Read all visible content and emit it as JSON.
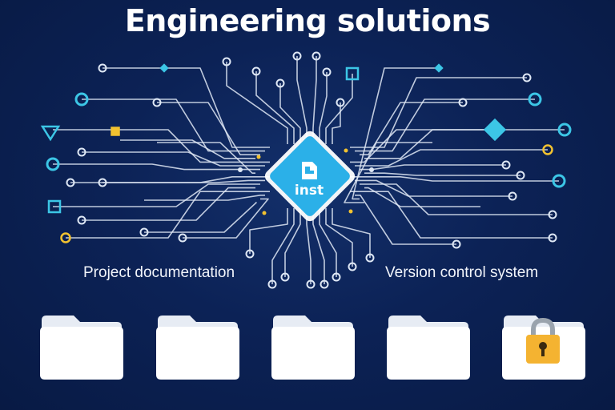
{
  "title": "Engineering solutions",
  "chip": {
    "label": "inst",
    "icon": "document-icon",
    "color": "#2bb0e8"
  },
  "labels": {
    "left": "Project documentation",
    "right": "Version control system"
  },
  "folders": [
    {
      "name": "folder",
      "locked": false
    },
    {
      "name": "folder",
      "locked": false
    },
    {
      "name": "folder",
      "locked": false
    },
    {
      "name": "folder",
      "locked": false
    },
    {
      "name": "locked-folder",
      "locked": true
    }
  ],
  "colors": {
    "background": "#0b1f4d",
    "trace": "#dfe8f5",
    "node": "#3cc6e6",
    "accent": "#f2c230",
    "folder": "#ffffff",
    "lock": "#f4b331"
  }
}
